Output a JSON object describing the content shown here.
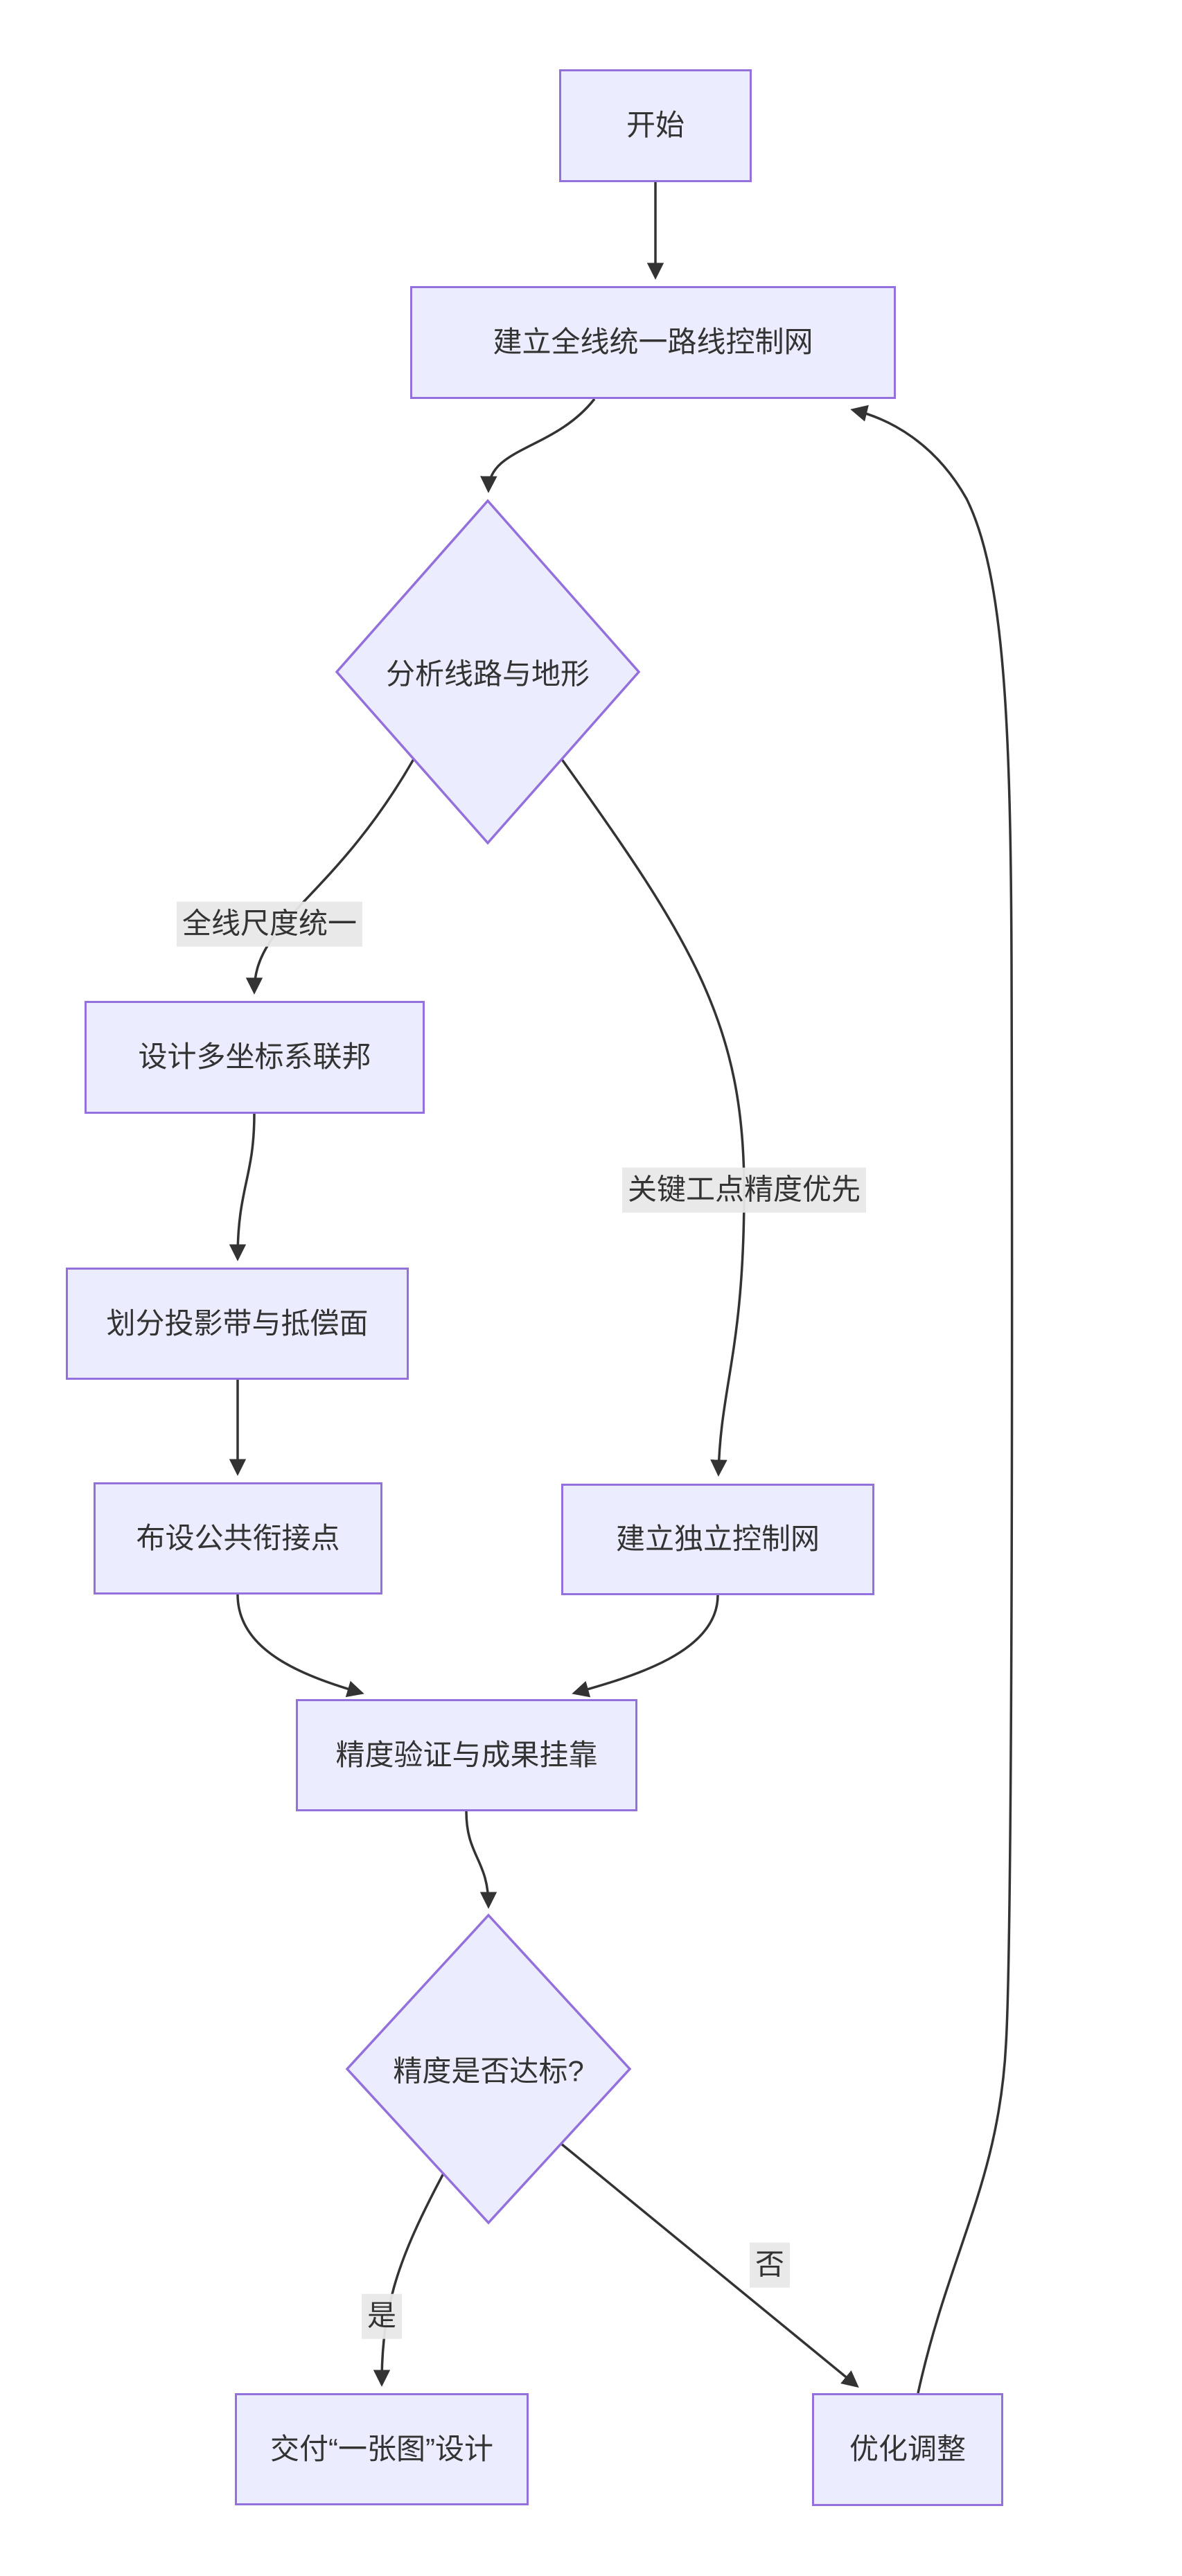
{
  "diagram": {
    "type": "flowchart",
    "direction": "top-down",
    "colors": {
      "background": "#ffffff",
      "node_fill": "#ECECFF",
      "node_border": "#9370DB",
      "edge_line": "#333333",
      "edge_label_bg": "#e8e8e8",
      "text": "#333333"
    },
    "nodes": {
      "start": {
        "label": "开始",
        "shape": "rect"
      },
      "build_network": {
        "label": "建立全线统一路线控制网",
        "shape": "rect"
      },
      "analyze": {
        "label": "分析线路与地形",
        "shape": "diamond"
      },
      "federation": {
        "label": "设计多坐标系联邦",
        "shape": "rect"
      },
      "projection": {
        "label": "划分投影带与抵偿面",
        "shape": "rect"
      },
      "junction": {
        "label": "布设公共衔接点",
        "shape": "rect"
      },
      "independent": {
        "label": "建立独立控制网",
        "shape": "rect"
      },
      "verify": {
        "label": "精度验证与成果挂靠",
        "shape": "rect"
      },
      "check": {
        "label": "精度是否达标?",
        "shape": "diamond"
      },
      "deliver": {
        "label": "交付“一张图”设计",
        "shape": "rect"
      },
      "optimize": {
        "label": "优化调整",
        "shape": "rect"
      }
    },
    "edges": [
      {
        "from": "start",
        "to": "build_network",
        "label": ""
      },
      {
        "from": "build_network",
        "to": "analyze",
        "label": ""
      },
      {
        "from": "analyze",
        "to": "federation",
        "label": "全线尺度统一"
      },
      {
        "from": "analyze",
        "to": "independent",
        "label": "关键工点精度优先"
      },
      {
        "from": "federation",
        "to": "projection",
        "label": ""
      },
      {
        "from": "projection",
        "to": "junction",
        "label": ""
      },
      {
        "from": "junction",
        "to": "verify",
        "label": ""
      },
      {
        "from": "independent",
        "to": "verify",
        "label": ""
      },
      {
        "from": "verify",
        "to": "check",
        "label": ""
      },
      {
        "from": "check",
        "to": "deliver",
        "label": "是"
      },
      {
        "from": "check",
        "to": "optimize",
        "label": "否"
      },
      {
        "from": "optimize",
        "to": "build_network",
        "label": ""
      }
    ]
  }
}
